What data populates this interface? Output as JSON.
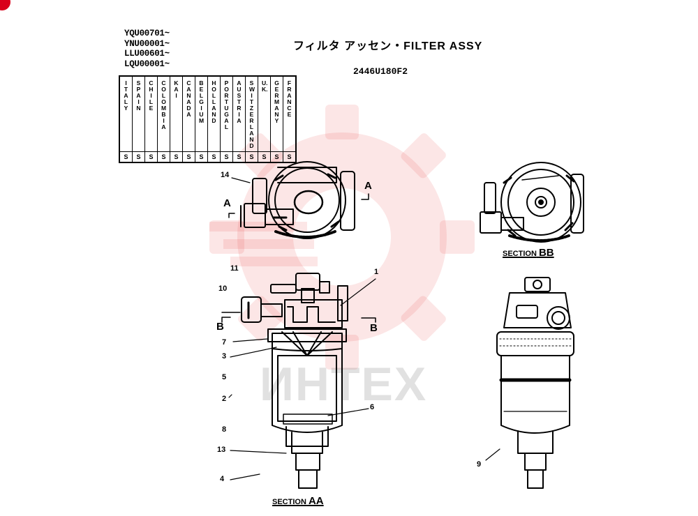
{
  "title": "フィルタ アッセン・FILTER ASSY",
  "part_number": "2446U180F2",
  "serial_numbers": [
    "YQU00701~",
    "YNU00001~",
    "LLU00601~",
    "LQU00001~"
  ],
  "country_table": {
    "countries": [
      "ITALY",
      "SPAIN",
      "CHILE",
      "COLOMBIA",
      "KAI",
      "CANADA",
      "BELGIUM",
      "HOLLAND",
      "PORTUGAL",
      "AUSTRIA",
      "SWITZERLAND",
      "U.K.",
      "GERMANY",
      "FRANCE"
    ],
    "marks": [
      "S",
      "S",
      "S",
      "S",
      "S",
      "S",
      "S",
      "S",
      "S",
      "S",
      "S",
      "S",
      "S",
      "S"
    ]
  },
  "section_labels": {
    "aa_prefix": "SECTION",
    "aa_suffix": "AA",
    "bb_prefix": "SECTION",
    "bb_suffix": "BB"
  },
  "section_markers": {
    "a_left": "A",
    "a_right": "A",
    "b_left": "B",
    "b_right": "B"
  },
  "callouts": {
    "n14": "14",
    "n11": "11",
    "n10": "10",
    "n1": "1",
    "n7": "7",
    "n3": "3",
    "n5": "5",
    "n2": "2",
    "n6": "6",
    "n8": "8",
    "n13": "13",
    "n4": "4",
    "n9": "9"
  },
  "watermark_text": "ИНТЕХ"
}
